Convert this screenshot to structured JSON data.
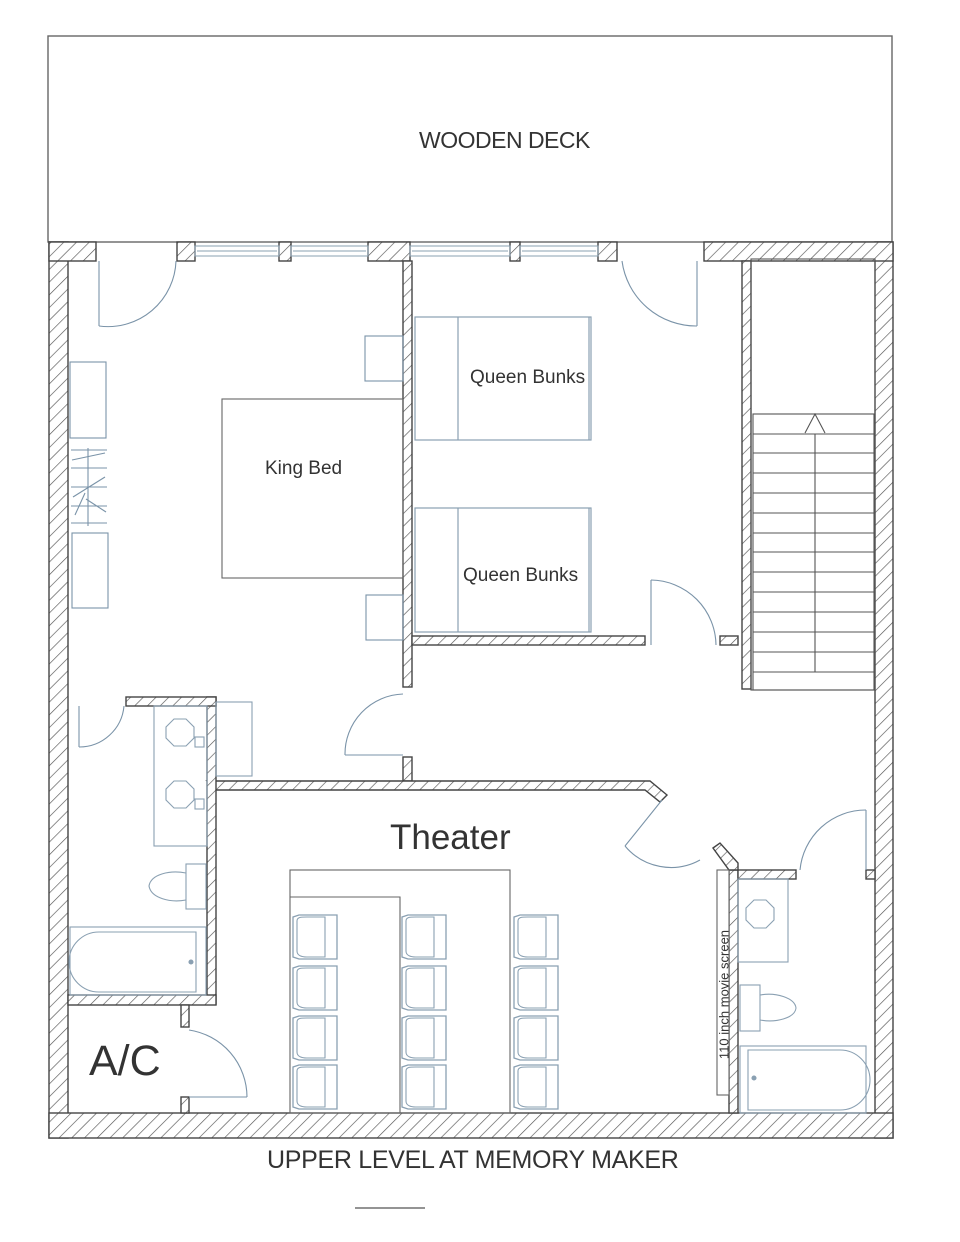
{
  "plan": {
    "title": "UPPER LEVEL AT MEMORY MAKER",
    "colors": {
      "wall": "#444444",
      "fixture": "#7a93a8",
      "text": "#333333",
      "background": "#ffffff"
    }
  },
  "rooms": {
    "deck": {
      "label": "WOODEN DECK"
    },
    "master_bedroom": {
      "furniture_label": "King Bed"
    },
    "bunk_room": {
      "bunks": [
        {
          "label": "Queen Bunks"
        },
        {
          "label": "Queen Bunks"
        }
      ]
    },
    "theater": {
      "label": "Theater",
      "screen_label": "110 inch movie screen",
      "seat_columns": 3,
      "seats_per_column": 4
    },
    "mechanical": {
      "label": "A/C"
    },
    "stairs": {
      "direction": "up"
    }
  }
}
